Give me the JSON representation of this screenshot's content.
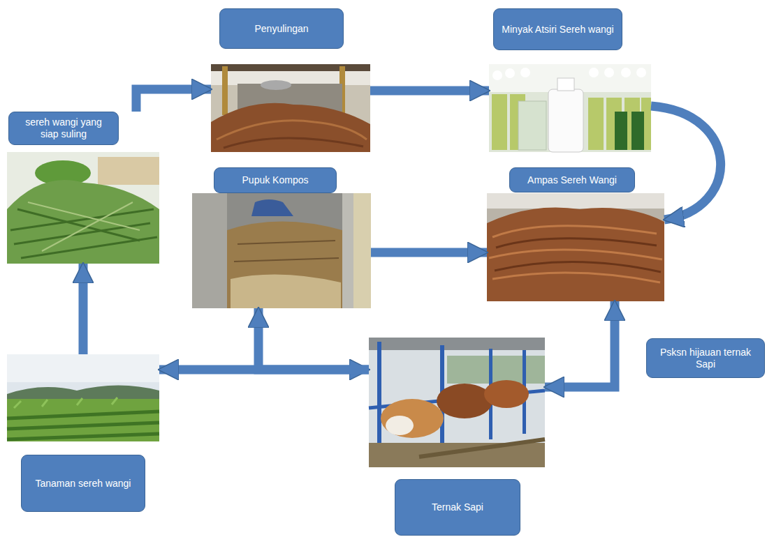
{
  "diagram": {
    "nodes": [
      {
        "text": [
          "Penyulingan"
        ]
      },
      {
        "text": [
          "Minyak Atsiri Sereh wangi"
        ]
      },
      {
        "text": [
          "sereh wangi yang siap suling"
        ]
      },
      {
        "text": [
          "Pupuk Kompos"
        ]
      },
      {
        "text": [
          "Ampas Sereh Wangi"
        ]
      },
      {
        "text": [
          "Psksn hijauan ternak Sapi"
        ]
      },
      {
        "text": [
          "Tanaman sereh wangi"
        ]
      },
      {
        "text": [
          "Ternak Sapi"
        ]
      }
    ],
    "edges": [
      {
        "from": 2,
        "to": 0,
        "arrow": "to"
      },
      {
        "from": 0,
        "to": 1,
        "arrow": "to"
      },
      {
        "from": 1,
        "to": 4,
        "arrow": "to"
      },
      {
        "from": 3,
        "to": 4,
        "arrow": "to"
      },
      {
        "from": 6,
        "to": 2,
        "arrow": "to"
      },
      {
        "from": 6,
        "to": 7,
        "arrow": "both"
      },
      {
        "from": 7,
        "to": 3,
        "arrow": "to"
      },
      {
        "from": 4,
        "to": 7,
        "arrow": "both"
      }
    ]
  }
}
